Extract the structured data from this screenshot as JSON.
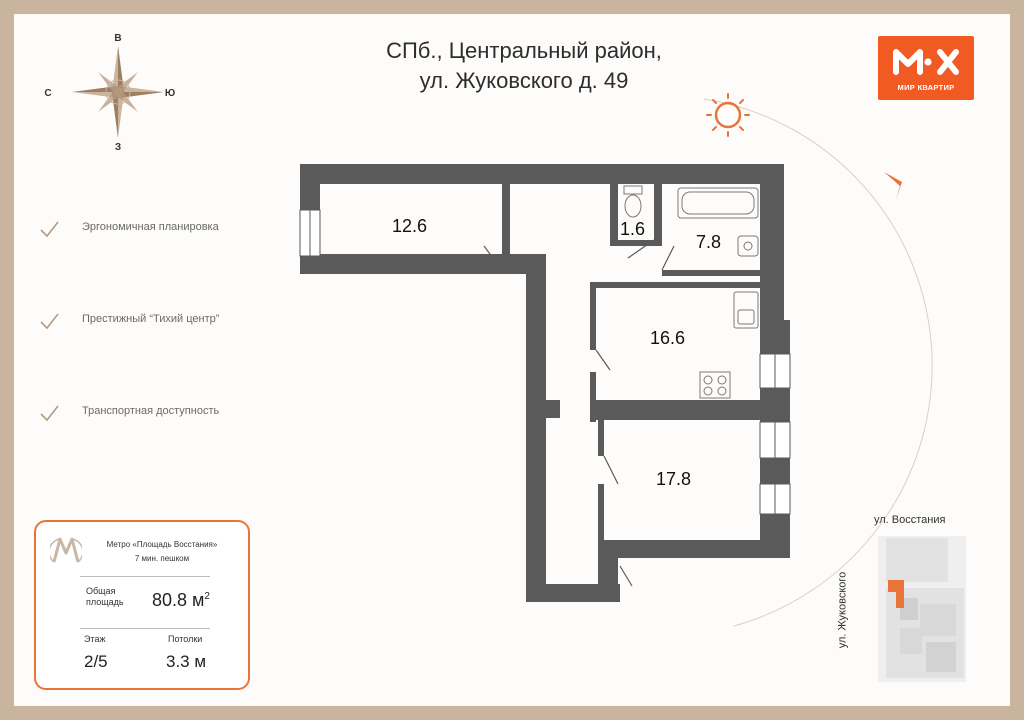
{
  "title": {
    "line1": "СПб., Центральный район,",
    "line2": "ул. Жуковского д. 49"
  },
  "logo": {
    "brand": "МИР КВАРТИР",
    "color": "#f15a22"
  },
  "compass": {
    "north": "В",
    "west": "С",
    "east": "Ю",
    "south": "З"
  },
  "features": [
    {
      "text": "Эргономичная планировка",
      "icon": "check-icon"
    },
    {
      "text": "Престижный “Тихий центр”",
      "icon": "check-icon"
    },
    {
      "text": "Транспортная доступность",
      "icon": "check-icon"
    }
  ],
  "rooms": [
    {
      "id": "room-1",
      "area": "12.6"
    },
    {
      "id": "toilet",
      "area": "1.6"
    },
    {
      "id": "bathroom",
      "area": "7.8"
    },
    {
      "id": "kitchen",
      "area": "16.6"
    },
    {
      "id": "room-2",
      "area": "17.8"
    }
  ],
  "info": {
    "metro_name": "Метро «Площадь Восстания»",
    "metro_walk": "7 мин. пешком",
    "area_label": "Общая площадь",
    "area_value": "80.8 м",
    "area_unit_sup": "2",
    "floor_label": "Этаж",
    "floor_value": "2/5",
    "ceiling_label": "Потолки",
    "ceiling_value": "3.3 м"
  },
  "streets": {
    "top": "ул. Восстания",
    "side": "ул. Жуковского"
  },
  "colors": {
    "accent": "#e8743a",
    "wall": "#5a5a5a",
    "frame": "#c9b49e"
  }
}
